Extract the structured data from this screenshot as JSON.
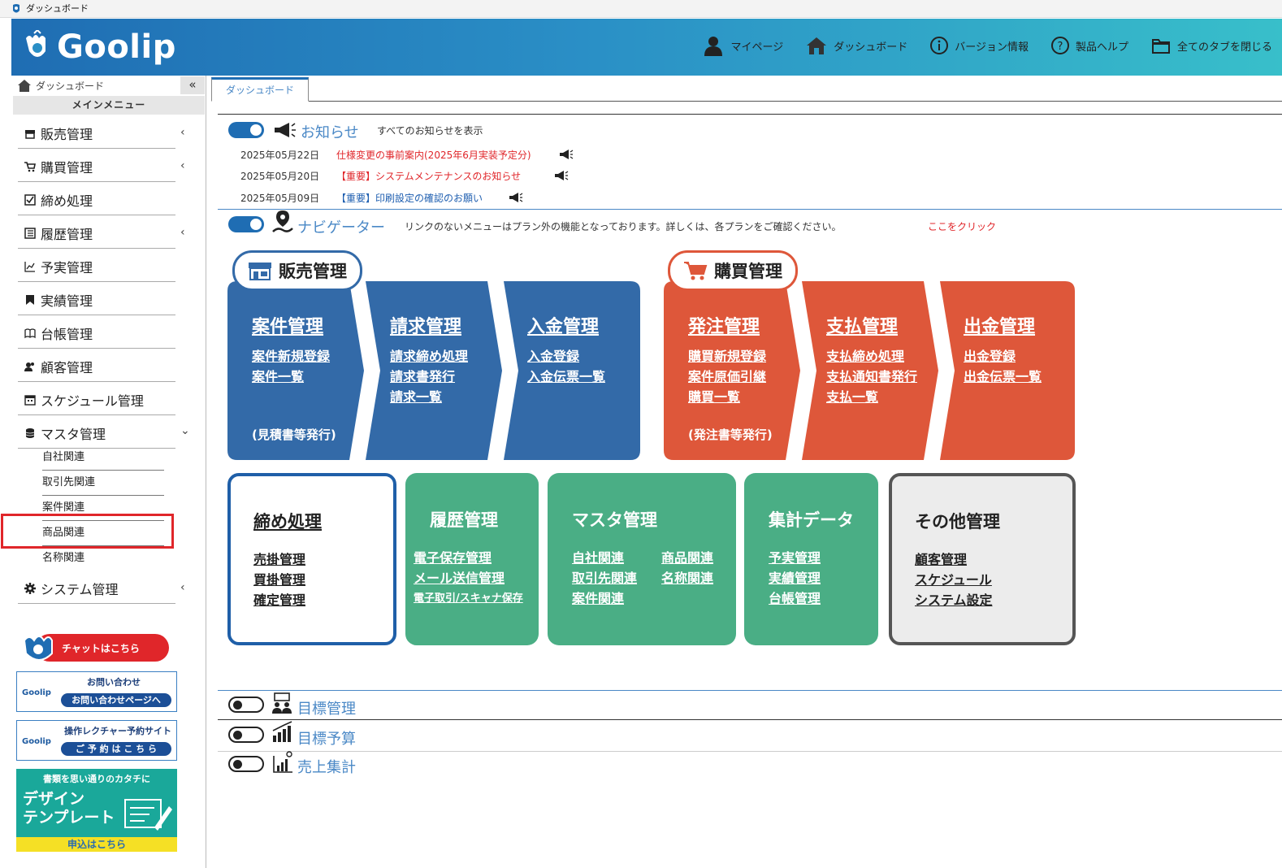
{
  "window": {
    "title": "ダッシュボード"
  },
  "header": {
    "logo": "Goolip",
    "nav": [
      {
        "label": "マイページ",
        "icon": "user-icon"
      },
      {
        "label": "ダッシュボード",
        "icon": "home-icon"
      },
      {
        "label": "バージョン情報",
        "icon": "info-icon"
      },
      {
        "label": "製品ヘルプ",
        "icon": "help-icon"
      },
      {
        "label": "全てのタブを閉じる",
        "icon": "folder-icon"
      }
    ]
  },
  "sidebar": {
    "home_label": "ダッシュボード",
    "collapse": "«",
    "main_menu": "メインメニュー",
    "items": [
      {
        "label": "販売管理",
        "chev": "‹"
      },
      {
        "label": "購買管理",
        "chev": "‹"
      },
      {
        "label": "締め処理",
        "chev": ""
      },
      {
        "label": "履歴管理",
        "chev": "‹"
      },
      {
        "label": "予実管理",
        "chev": ""
      },
      {
        "label": "実績管理",
        "chev": ""
      },
      {
        "label": "台帳管理",
        "chev": ""
      },
      {
        "label": "顧客管理",
        "chev": ""
      },
      {
        "label": "スケジュール管理",
        "chev": ""
      },
      {
        "label": "マスタ管理",
        "chev": "⌄"
      }
    ],
    "sub_items": [
      "自社関連",
      "取引先関連",
      "案件関連",
      "商品関連",
      "名称関連"
    ],
    "system_item": {
      "label": "システム管理",
      "chev": "‹"
    },
    "chat": "チャットはこちら",
    "contact": {
      "title": "お問い合わせ",
      "button": "お問い合わせページへ",
      "logo": "Goolip"
    },
    "lecture": {
      "title": "操作レクチャー予約サイト",
      "button": "ご 予 約 は こ ち ら",
      "logo": "Goolip"
    },
    "design": {
      "top": "書類を思い通りのカタチに",
      "line1": "デザイン",
      "line2": "テンプレート",
      "bottom": "申込はこちら"
    }
  },
  "tabs": [
    {
      "label": "ダッシュボード"
    }
  ],
  "news": {
    "title": "お知らせ",
    "show_all": "すべてのお知らせを表示",
    "items": [
      {
        "date": "2025年05月22日",
        "text": "仕様変更の事前案内(2025年6月実装予定分)",
        "color": "#e0262a"
      },
      {
        "date": "2025年05月20日",
        "text": "【重要】システムメンテナンスのお知らせ",
        "color": "#e0262a"
      },
      {
        "date": "2025年05月09日",
        "text": "【重要】印刷設定の確認のお願い",
        "color": "#1f5fb0"
      }
    ]
  },
  "navigator": {
    "title": "ナビゲーター",
    "note": "リンクのないメニューはプラン外の機能となっております。詳しくは、各プランをご確認ください。",
    "click_here": "ここをクリック",
    "sales": {
      "label": "販売管理",
      "color": "#336aa8",
      "steps": [
        {
          "title": "案件管理",
          "links": [
            "案件新規登録",
            "案件一覧"
          ],
          "foot": "(見積書等発行)"
        },
        {
          "title": "請求管理",
          "links": [
            "請求締め処理",
            "請求書発行",
            "請求一覧"
          ],
          "foot": ""
        },
        {
          "title": "入金管理",
          "links": [
            "入金登録",
            "入金伝票一覧"
          ],
          "foot": ""
        }
      ]
    },
    "purchase": {
      "label": "購買管理",
      "color": "#de573a",
      "steps": [
        {
          "title": "発注管理",
          "links": [
            "購買新規登録",
            "案件原価引継",
            "購買一覧"
          ],
          "foot": "(発注書等発行)"
        },
        {
          "title": "支払管理",
          "links": [
            "支払締め処理",
            "支払通知書発行",
            "支払一覧"
          ],
          "foot": ""
        },
        {
          "title": "出金管理",
          "links": [
            "出金登録",
            "出金伝票一覧"
          ],
          "foot": ""
        }
      ]
    },
    "cards": [
      {
        "title": "締め処理",
        "links": [
          "売掛管理",
          "買掛管理",
          "確定管理"
        ]
      },
      {
        "title": "履歴管理",
        "links": [
          "電子保存管理",
          "メール送信管理",
          "電子取引/スキャナ保存"
        ]
      },
      {
        "title": "マスタ管理",
        "links": [
          "自社関連",
          "取引先関連",
          "案件関連",
          "商品関連",
          "名称関連"
        ]
      },
      {
        "title": "集計データ",
        "links": [
          "予実管理",
          "実績管理",
          "台帳管理"
        ]
      },
      {
        "title": "その他管理",
        "links": [
          "顧客管理",
          "スケジュール",
          "システム設定"
        ]
      }
    ],
    "green": "#4aae85"
  },
  "sections": [
    {
      "title": "目標管理"
    },
    {
      "title": "目標予算"
    },
    {
      "title": "売上集計"
    }
  ]
}
